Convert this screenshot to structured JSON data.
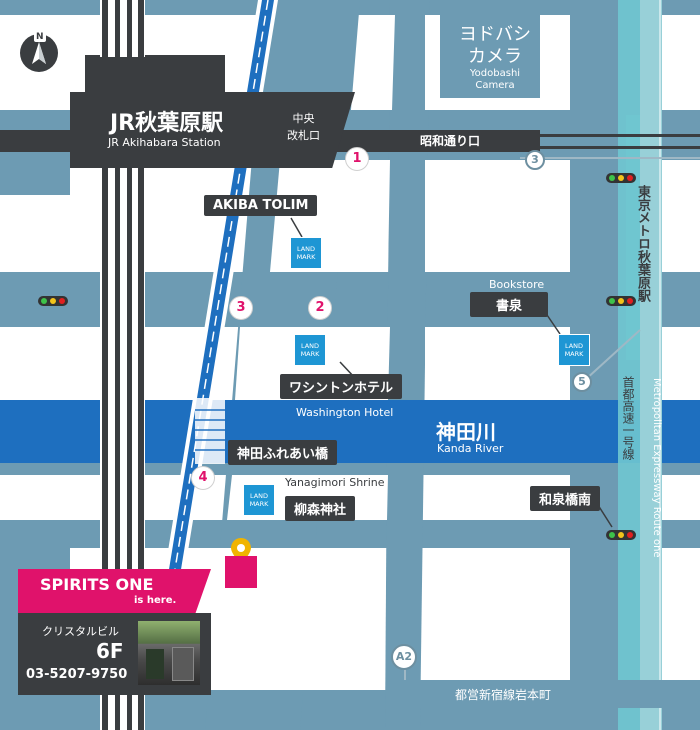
{
  "compass": {
    "label": "N"
  },
  "station": {
    "name_ja": "JR秋葉原駅",
    "name_en": "JR Akihabara Station"
  },
  "gates": {
    "central": "中央\n改札口",
    "showa": "昭和通り口"
  },
  "yodobashi": {
    "name_ja": "ヨドバシ\nカメラ",
    "name_en": "Yodobashi\nCamera"
  },
  "landmarks": {
    "akiba_tolim": "AKIBA TOLIM",
    "bookstore_en": "Bookstore",
    "bookstore_ja": "書泉",
    "washington_ja": "ワシントンホテル",
    "washington_en": "Washington Hotel",
    "fureai_bridge": "神田ふれあい橋",
    "yanagimori_en": "Yanagimori Shrine",
    "yanagimori_ja": "柳森神社",
    "izumibashi_minami": "和泉橋南",
    "landmark_badge": "LAND\nMARK"
  },
  "river": {
    "name_ja": "神田川",
    "name_en": "Kanda River"
  },
  "metro": {
    "name": "東京メトロ秋葉原駅"
  },
  "expressway": {
    "name_ja": "首都高速一号線",
    "name_en": "Metropolitan Expressway Route one"
  },
  "toei": {
    "name": "都営新宿線岩本町",
    "badge": "A2"
  },
  "route_numbers": [
    "1",
    "2",
    "3",
    "4"
  ],
  "exit_numbers": [
    "3",
    "5"
  ],
  "destination": {
    "name": "SPIRITS ONE",
    "subtitle": "is here.",
    "building": "クリスタルビル",
    "floor": "6F",
    "phone": "03-5207-9750"
  },
  "colors": {
    "road": "#6d9bb3",
    "river": "#1e6fbf",
    "accent": "#e0126b",
    "label_bg": "#3a3d40",
    "landmark": "#1e96d4",
    "metro_band": "#6fc6d0",
    "pin": "#f0b400"
  }
}
